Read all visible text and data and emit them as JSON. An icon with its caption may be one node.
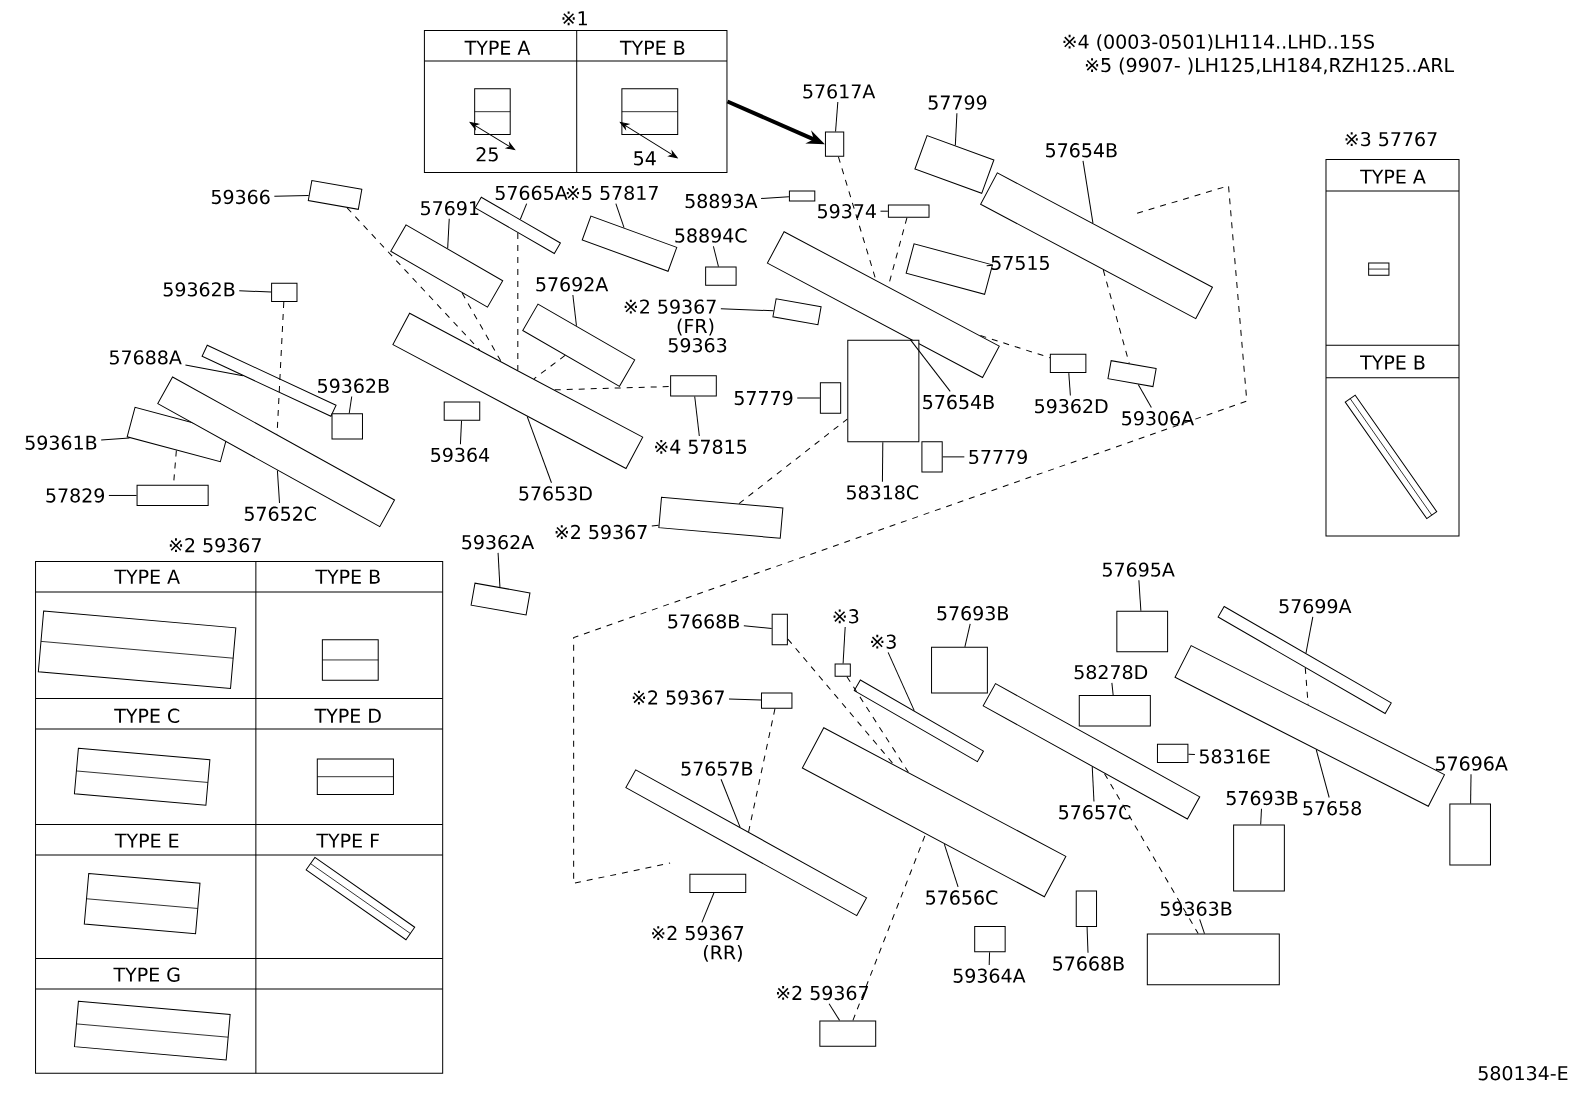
{
  "diagram": {
    "nodes": [
      {
        "text": [
          "59366"
        ]
      },
      {
        "text": [
          "57691"
        ]
      },
      {
        "text": [
          "57665A"
        ]
      },
      {
        "text": [
          "※5 57817"
        ]
      },
      {
        "text": [
          "58893A"
        ]
      },
      {
        "text": [
          "57617A"
        ]
      },
      {
        "text": [
          "57799"
        ]
      },
      {
        "text": [
          "57654B"
        ]
      },
      {
        "text": [
          "59374"
        ]
      },
      {
        "text": [
          "58894C"
        ]
      },
      {
        "text": [
          "59362B"
        ]
      },
      {
        "text": [
          "57692A"
        ]
      },
      {
        "text": [
          "※2 59367"
        ],
        "beside": [
          "(FR)"
        ]
      },
      {
        "text": [
          "57515"
        ]
      },
      {
        "text": [
          "57688A"
        ]
      },
      {
        "text": [
          "59362B"
        ]
      },
      {
        "text": [
          "57779"
        ]
      },
      {
        "text": [
          "57654B"
        ]
      },
      {
        "text": [
          "59362D"
        ]
      },
      {
        "text": [
          "59306A"
        ]
      },
      {
        "text": [
          "59361B"
        ]
      },
      {
        "text": [
          "59364"
        ]
      },
      {
        "text": [
          "※4 57815"
        ]
      },
      {
        "text": [
          "57779"
        ]
      },
      {
        "text": [
          "57653D"
        ]
      },
      {
        "text": [
          "58318C"
        ]
      },
      {
        "text": [
          "57829"
        ]
      },
      {
        "text": [
          "57652C"
        ]
      },
      {
        "text": [
          "※2 59367"
        ]
      },
      {
        "text": [
          "59362A"
        ]
      },
      {
        "text": [
          "57695A"
        ]
      },
      {
        "text": [
          "57699A"
        ]
      },
      {
        "text": [
          "57668B"
        ]
      },
      {
        "text": [
          "※3"
        ]
      },
      {
        "text": [
          "57693B"
        ]
      },
      {
        "text": [
          "※3"
        ]
      },
      {
        "text": [
          "58278D"
        ]
      },
      {
        "text": [
          "※2 59367"
        ]
      },
      {
        "text": [
          "58316E"
        ]
      },
      {
        "text": [
          "57696A"
        ]
      },
      {
        "text": [
          "57657B"
        ]
      },
      {
        "text": [
          "57657C"
        ]
      },
      {
        "text": [
          "57693B"
        ]
      },
      {
        "text": [
          "57658"
        ]
      },
      {
        "text": [
          "57656C"
        ]
      },
      {
        "text": [
          "※2 59367"
        ],
        "beside": [
          "(RR)"
        ]
      },
      {
        "text": [
          "57668B"
        ]
      },
      {
        "text": [
          "59364A"
        ]
      },
      {
        "text": [
          "59363B"
        ]
      },
      {
        "text": [
          "※2 59367"
        ]
      },
      {
        "text": [],
        "shape": "box",
        "beside": [
          "※1"
        ]
      },
      {
        "text": [],
        "shape": "box"
      },
      {
        "text": [],
        "shape": "box"
      },
      {
        "text": [],
        "shape": "box"
      },
      {
        "text": [],
        "shape": "box"
      },
      {
        "text": [],
        "shape": "box"
      },
      {
        "text": [],
        "shape": "box"
      },
      {
        "text": [],
        "shape": "box"
      },
      {
        "text": [],
        "shape": "box"
      },
      {
        "text": [],
        "shape": "box"
      },
      {
        "text": [],
        "shape": "box"
      },
      {
        "text": [],
        "shape": "box"
      },
      {
        "text": [],
        "shape": "box"
      },
      {
        "text": [],
        "shape": "box"
      },
      {
        "text": [],
        "shape": "box"
      },
      {
        "text": [],
        "shape": "box"
      },
      {
        "text": [],
        "shape": "box"
      },
      {
        "text": [],
        "shape": "box"
      },
      {
        "text": [],
        "shape": "box"
      },
      {
        "text": [],
        "shape": "box"
      },
      {
        "text": [],
        "shape": "box"
      },
      {
        "text": [],
        "shape": "box"
      },
      {
        "text": [],
        "shape": "box"
      },
      {
        "text": [],
        "shape": "box"
      },
      {
        "text": [],
        "shape": "box"
      },
      {
        "text": [],
        "shape": "box"
      },
      {
        "text": [],
        "shape": "box"
      },
      {
        "text": [],
        "shape": "box"
      },
      {
        "text": [],
        "shape": "box"
      },
      {
        "text": [],
        "shape": "box"
      },
      {
        "text": [],
        "shape": "box"
      },
      {
        "text": [],
        "shape": "box"
      },
      {
        "text": [],
        "shape": "box"
      },
      {
        "text": [],
        "shape": "box"
      },
      {
        "text": [],
        "shape": "box"
      },
      {
        "text": [],
        "shape": "box"
      },
      {
        "text": [],
        "shape": "box"
      },
      {
        "text": [],
        "shape": "box"
      },
      {
        "text": [],
        "shape": "box"
      },
      {
        "text": [],
        "shape": "box"
      },
      {
        "text": [],
        "shape": "box"
      },
      {
        "text": [],
        "shape": "box"
      },
      {
        "text": [],
        "shape": "box"
      },
      {
        "text": [],
        "shape": "box"
      },
      {
        "text": [],
        "shape": "box"
      },
      {
        "text": [],
        "shape": "box"
      },
      {
        "text": [],
        "shape": "box"
      },
      {
        "text": [],
        "shape": "box"
      },
      {
        "text": [],
        "shape": "box"
      },
      {
        "text": [],
        "shape": "box"
      },
      {
        "text": [],
        "shape": "box"
      }
    ],
    "edges": [
      {
        "from": 0,
        "to": 52,
        "arrow": "none"
      },
      {
        "from": 1,
        "to": 53,
        "arrow": "none"
      },
      {
        "from": 2,
        "to": 54,
        "arrow": "none"
      },
      {
        "from": 3,
        "to": 55,
        "arrow": "none"
      },
      {
        "from": 4,
        "to": 56,
        "arrow": "none"
      },
      {
        "from": 5,
        "to": 51,
        "arrow": "none"
      },
      {
        "from": 6,
        "to": 57,
        "arrow": "none"
      },
      {
        "from": 7,
        "to": 58,
        "arrow": "none"
      },
      {
        "from": 8,
        "to": 59,
        "arrow": "none"
      },
      {
        "from": 9,
        "to": 60,
        "arrow": "none"
      },
      {
        "from": 10,
        "to": 61,
        "arrow": "none"
      },
      {
        "from": 11,
        "to": 62,
        "arrow": "none"
      },
      {
        "from": 12,
        "to": 63,
        "arrow": "none"
      },
      {
        "from": 13,
        "to": 64,
        "arrow": "none"
      },
      {
        "from": 14,
        "to": 65,
        "arrow": "none"
      },
      {
        "from": 15,
        "to": 66,
        "arrow": "none"
      },
      {
        "from": 16,
        "to": 67,
        "arrow": "none"
      },
      {
        "from": 17,
        "to": 68,
        "arrow": "none"
      },
      {
        "from": 18,
        "to": 69,
        "arrow": "none"
      },
      {
        "from": 19,
        "to": 70,
        "arrow": "none"
      },
      {
        "from": 20,
        "to": 71,
        "arrow": "none"
      },
      {
        "from": 21,
        "to": 72,
        "arrow": "none"
      },
      {
        "from": 22,
        "to": 73,
        "arrow": "none"
      },
      {
        "from": 23,
        "to": 74,
        "arrow": "none"
      },
      {
        "from": 24,
        "to": 75,
        "arrow": "none"
      },
      {
        "from": 25,
        "to": 76,
        "arrow": "none"
      },
      {
        "from": 26,
        "to": 77,
        "arrow": "none"
      },
      {
        "from": 27,
        "to": 78,
        "arrow": "none"
      },
      {
        "from": 28,
        "to": 79,
        "arrow": "none"
      },
      {
        "from": 29,
        "to": 80,
        "arrow": "none"
      },
      {
        "from": 30,
        "to": 81,
        "arrow": "none"
      },
      {
        "from": 31,
        "to": 82,
        "arrow": "none"
      },
      {
        "from": 32,
        "to": 83,
        "arrow": "none"
      },
      {
        "from": 33,
        "to": 84,
        "arrow": "none"
      },
      {
        "from": 34,
        "to": 85,
        "arrow": "none"
      },
      {
        "from": 35,
        "to": 86,
        "arrow": "none"
      },
      {
        "from": 36,
        "to": 87,
        "arrow": "none"
      },
      {
        "from": 37,
        "to": 88,
        "arrow": "none"
      },
      {
        "from": 38,
        "to": 89,
        "arrow": "none"
      },
      {
        "from": 39,
        "to": 90,
        "arrow": "none"
      },
      {
        "from": 40,
        "to": 91,
        "arrow": "none"
      },
      {
        "from": 41,
        "to": 92,
        "arrow": "none"
      },
      {
        "from": 42,
        "to": 93,
        "arrow": "none"
      },
      {
        "from": 43,
        "to": 94,
        "arrow": "none"
      },
      {
        "from": 44,
        "to": 95,
        "arrow": "none"
      },
      {
        "from": 45,
        "to": 96,
        "arrow": "none"
      },
      {
        "from": 46,
        "to": 97,
        "arrow": "none"
      },
      {
        "from": 47,
        "to": 98,
        "arrow": "none"
      },
      {
        "from": 48,
        "to": 99,
        "arrow": "none"
      },
      {
        "from": 49,
        "to": 100,
        "arrow": "none"
      },
      {
        "from": 50,
        "to": 51,
        "arrow": "to",
        "style": "thick"
      },
      {
        "from": 52,
        "to": 75,
        "arrow": "none",
        "style": "dashed"
      },
      {
        "from": 61,
        "to": 78,
        "arrow": "none",
        "style": "dashed"
      },
      {
        "from": 71,
        "to": 77,
        "arrow": "none",
        "style": "dashed"
      },
      {
        "from": 53,
        "to": 75,
        "arrow": "none",
        "style": "dashed"
      },
      {
        "from": 54,
        "to": 75,
        "arrow": "none",
        "style": "dashed"
      },
      {
        "from": 62,
        "to": 75,
        "arrow": "none",
        "style": "dashed"
      },
      {
        "from": 51,
        "to": 68,
        "arrow": "none",
        "style": "dashed"
      },
      {
        "from": 59,
        "to": 68,
        "arrow": "none",
        "style": "dashed"
      },
      {
        "from": 68,
        "to": 69,
        "arrow": "none",
        "style": "dashed"
      },
      {
        "from": 58,
        "to": 70,
        "arrow": "none",
        "style": "dashed"
      },
      {
        "from": 75,
        "to": 73,
        "arrow": "none",
        "style": "dashed"
      },
      {
        "from": 79,
        "to": 76,
        "arrow": "none",
        "style": "dashed"
      },
      {
        "from": 83,
        "to": 95,
        "arrow": "none",
        "style": "dashed"
      },
      {
        "from": 84,
        "to": 95,
        "arrow": "none",
        "style": "dashed"
      },
      {
        "from": 88,
        "to": 91,
        "arrow": "none",
        "style": "dashed"
      },
      {
        "from": 100,
        "to": 95,
        "arrow": "none",
        "style": "dashed"
      },
      {
        "from": 92,
        "to": 99,
        "arrow": "none",
        "style": "dashed"
      },
      {
        "from": 82,
        "to": 94,
        "arrow": "none",
        "style": "dashed"
      }
    ],
    "labels": [
      "TYPE A",
      "TYPE B",
      "25",
      "54",
      "※4 (0003-0501)LH114..LHD..15S",
      "※5 (9907- )LH125,LH184,RZH125..ARL",
      "※3 57767",
      "TYPE A",
      "TYPE B",
      "59363",
      "※2 59367",
      "TYPE A",
      "TYPE B",
      "TYPE C",
      "TYPE D",
      "TYPE E",
      "TYPE F",
      "TYPE G",
      "580134-E"
    ]
  }
}
